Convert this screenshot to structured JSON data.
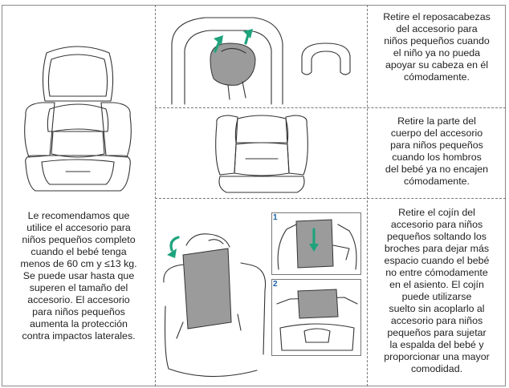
{
  "left_text": "Le recomendamos que\nutilice el accesorio para\nniños pequeños completo\ncuando el bebé tenga\nmenos de 60 cm y ≤13 kg.\nSe puede usar hasta que\nsuperen el tamaño del\naccesorio. El accesorio\npara niños pequeños\naumenta la protección\ncontra impactos laterales.",
  "rows": [
    {
      "text": "Retire el reposacabezas\ndel accesorio para\nniños pequeños cuando\nel niño ya no pueda\napoyar su cabeza en él\ncómodamente."
    },
    {
      "text": "Retire la parte del\ncuerpo del accesorio\npara niños pequeños\ncuando los hombros\ndel bebé ya no encajen\ncómodamente."
    },
    {
      "text": "Retire el cojín del\naccesorio para niños\npequeños soltando los\nbroches para dejar más\nespacio cuando el bebé\nno entre cómodamente\nen el asiento. El cojín\npuede utilizarse\nsuelto sin acoplarlo al\naccesorio para niños\npequeños para sujetar\nla espalda del bebé y\nproporcionar una mayor\ncomodidad."
    }
  ],
  "steps": [
    "1",
    "2"
  ],
  "colors": {
    "accent": "#1fa37d",
    "step_label": "#1a5fa8"
  }
}
